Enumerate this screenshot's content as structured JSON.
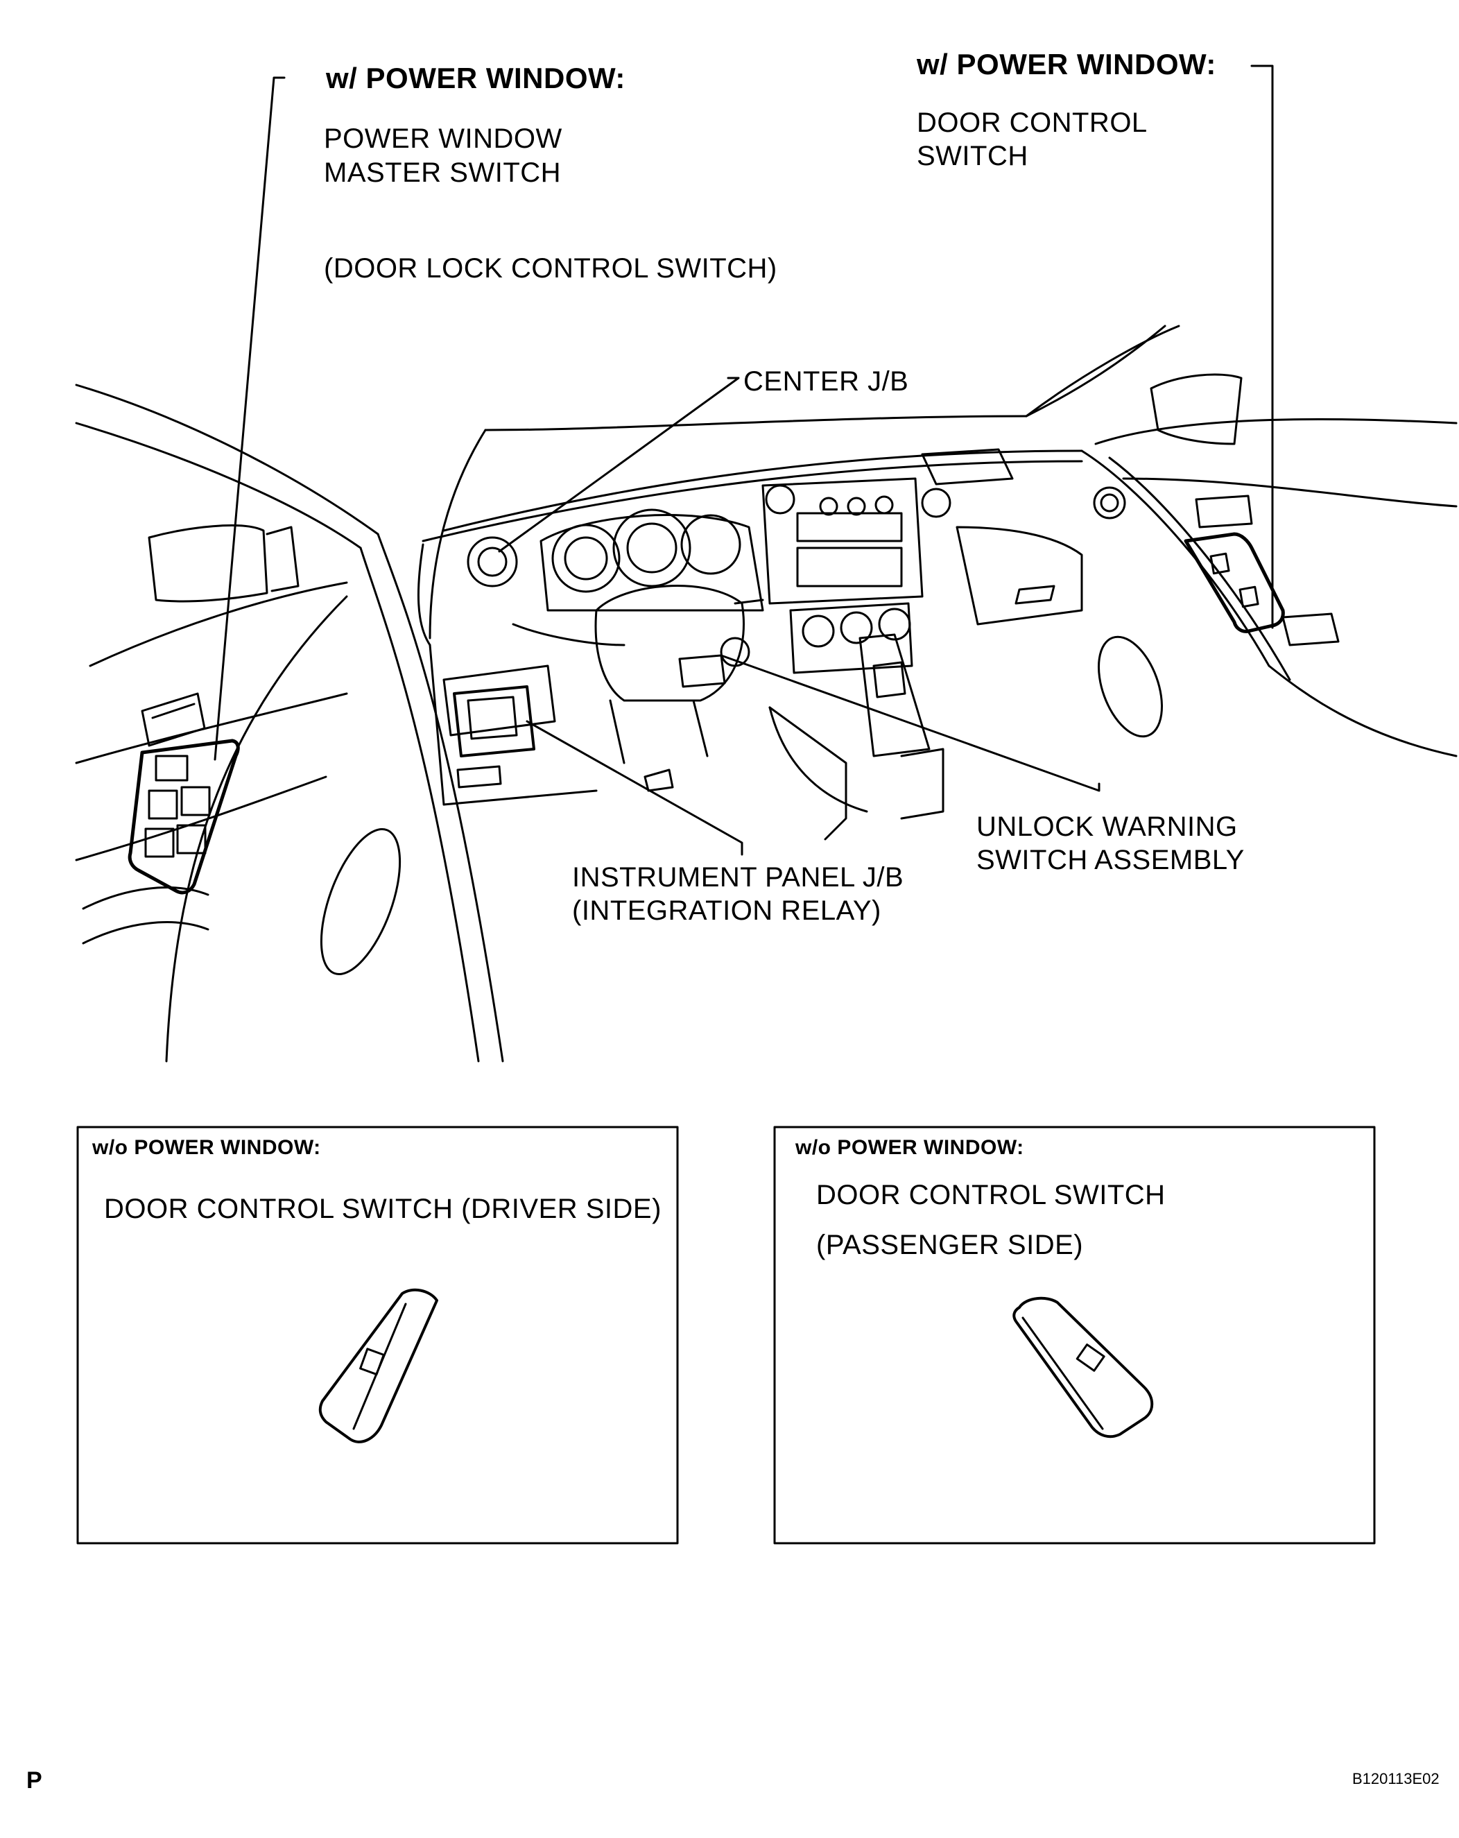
{
  "labels": {
    "left_header": "w/ POWER WINDOW:",
    "left_line1": "POWER WINDOW",
    "left_line2": "MASTER SWITCH",
    "left_paren": "(DOOR LOCK CONTROL SWITCH)",
    "right_header": "w/ POWER WINDOW:",
    "right_line1": "DOOR CONTROL",
    "right_line2": "SWITCH",
    "center_jb": "CENTER J/B",
    "unlock_line1": "UNLOCK WARNING",
    "unlock_line2": "SWITCH ASSEMBLY",
    "ip_jb_line1": "INSTRUMENT PANEL J/B",
    "ip_jb_line2": "(INTEGRATION RELAY)"
  },
  "boxes": {
    "left": {
      "header": "w/o POWER WINDOW:",
      "caption": "DOOR CONTROL SWITCH (DRIVER SIDE)"
    },
    "right": {
      "header": "w/o POWER WINDOW:",
      "caption_line1": "DOOR CONTROL SWITCH",
      "caption_line2": "(PASSENGER SIDE)"
    }
  },
  "footer": {
    "page_code": "P",
    "figure_id": "B120113E02"
  }
}
